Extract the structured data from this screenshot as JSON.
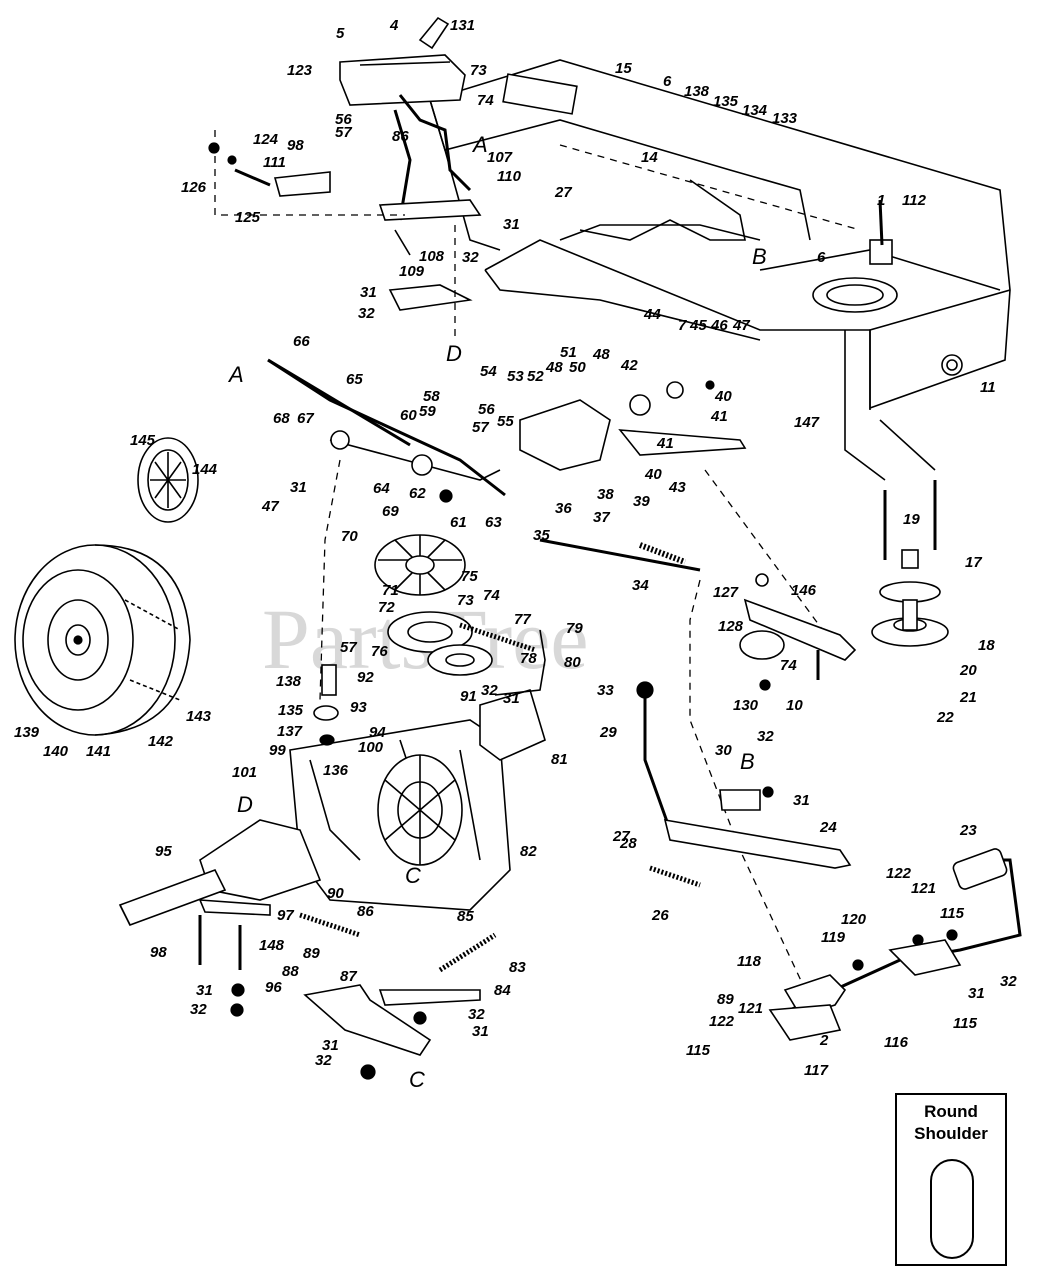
{
  "watermark": "PartsTree",
  "legend": {
    "line1": "Round",
    "line2": "Shoulder"
  },
  "part_labels": [
    "1",
    "2",
    "4",
    "5",
    "6",
    "6",
    "7",
    "10",
    "11",
    "14",
    "15",
    "17",
    "18",
    "19",
    "20",
    "21",
    "22",
    "23",
    "24",
    "26",
    "27",
    "27",
    "28",
    "29",
    "30",
    "31",
    "31",
    "31",
    "31",
    "31",
    "31",
    "31",
    "31",
    "31",
    "32",
    "32",
    "32",
    "32",
    "32",
    "32",
    "32",
    "32",
    "33",
    "34",
    "35",
    "36",
    "37",
    "38",
    "39",
    "40",
    "40",
    "41",
    "41",
    "42",
    "43",
    "44",
    "45",
    "46",
    "47",
    "47",
    "48",
    "48",
    "50",
    "51",
    "52",
    "53",
    "54",
    "55",
    "56",
    "56",
    "57",
    "57",
    "57",
    "58",
    "59",
    "60",
    "61",
    "62",
    "63",
    "64",
    "65",
    "66",
    "67",
    "68",
    "69",
    "70",
    "71",
    "72",
    "73",
    "73",
    "74",
    "74",
    "74",
    "75",
    "76",
    "77",
    "78",
    "79",
    "80",
    "81",
    "82",
    "83",
    "84",
    "85",
    "86",
    "86",
    "87",
    "88",
    "89",
    "89",
    "90",
    "91",
    "92",
    "93",
    "94",
    "95",
    "96",
    "97",
    "98",
    "98",
    "99",
    "100",
    "101",
    "107",
    "108",
    "109",
    "110",
    "111",
    "112",
    "115",
    "115",
    "115",
    "116",
    "117",
    "118",
    "119",
    "120",
    "121",
    "121",
    "122",
    "122",
    "123",
    "124",
    "125",
    "126",
    "127",
    "128",
    "130",
    "131",
    "133",
    "134",
    "135",
    "135",
    "136",
    "137",
    "138",
    "138",
    "139",
    "140",
    "141",
    "142",
    "143",
    "144",
    "145",
    "146",
    "147",
    "148"
  ],
  "section_letters": [
    "A",
    "A",
    "B",
    "B",
    "C",
    "C",
    "D",
    "D"
  ]
}
